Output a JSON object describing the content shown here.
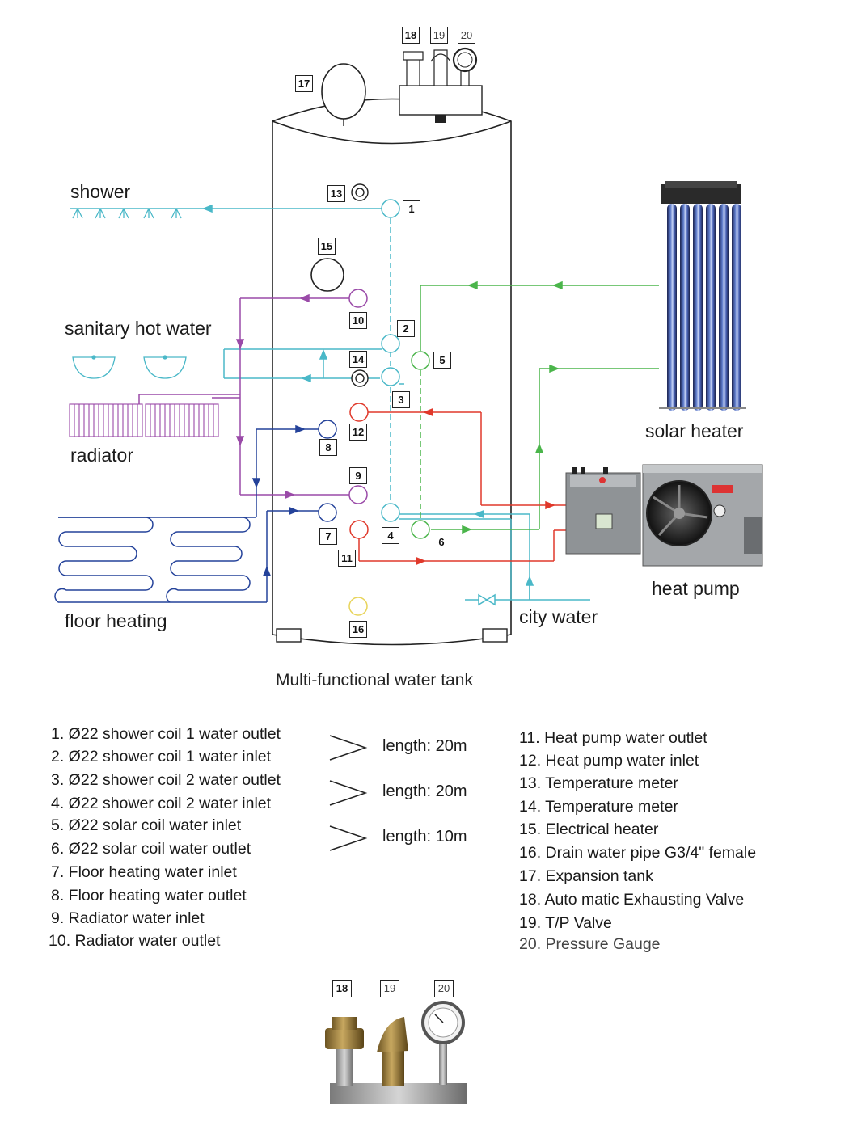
{
  "diagram": {
    "labels": {
      "shower": "shower",
      "sanitary": "sanitary hot water",
      "radiator": "radiator",
      "floor": "floor heating",
      "solar": "solar heater",
      "heat_pump": "heat pump",
      "city_water": "city water"
    },
    "caption": "Multi-functional water tank",
    "markers": [
      "1",
      "2",
      "3",
      "4",
      "5",
      "6",
      "7",
      "8",
      "9",
      "10",
      "11",
      "12",
      "13",
      "14",
      "15",
      "16",
      "17",
      "18",
      "19",
      "20"
    ],
    "bottom_photo_markers": [
      "18",
      "19",
      "20"
    ],
    "colors": {
      "shower_line": "#4ab8c8",
      "radiator_line": "#9a4aa8",
      "solar_line": "#4bb54b",
      "heat_pump_line": "#e0392b",
      "floor_line": "#24429a",
      "drain": "#e8d45a"
    }
  },
  "legend": {
    "left": [
      "1. Ø22 shower coil 1 water outlet",
      "2. Ø22 shower coil 1 water inlet",
      "3. Ø22 shower coil 2 water outlet",
      "4. Ø22 shower coil 2 water inlet",
      "5. Ø22  solar coil water inlet",
      "6. Ø22  solar coil water outlet",
      "7. Floor heating water inlet",
      "8. Floor heating water outlet",
      "9. Radiator water inlet",
      "10. Radiator water outlet"
    ],
    "lengths": [
      "length: 20m",
      "length: 20m",
      "length: 10m"
    ],
    "right": [
      "11. Heat pump water outlet",
      "12. Heat pump water inlet",
      "13. Temperature meter",
      "14. Temperature meter",
      "15. Electrical heater",
      "16. Drain water pipe G3/4\" female",
      "17. Expansion tank",
      "18. Auto matic Exhausting Valve",
      "19. T/P Valve",
      "20. Pressure Gauge"
    ]
  }
}
